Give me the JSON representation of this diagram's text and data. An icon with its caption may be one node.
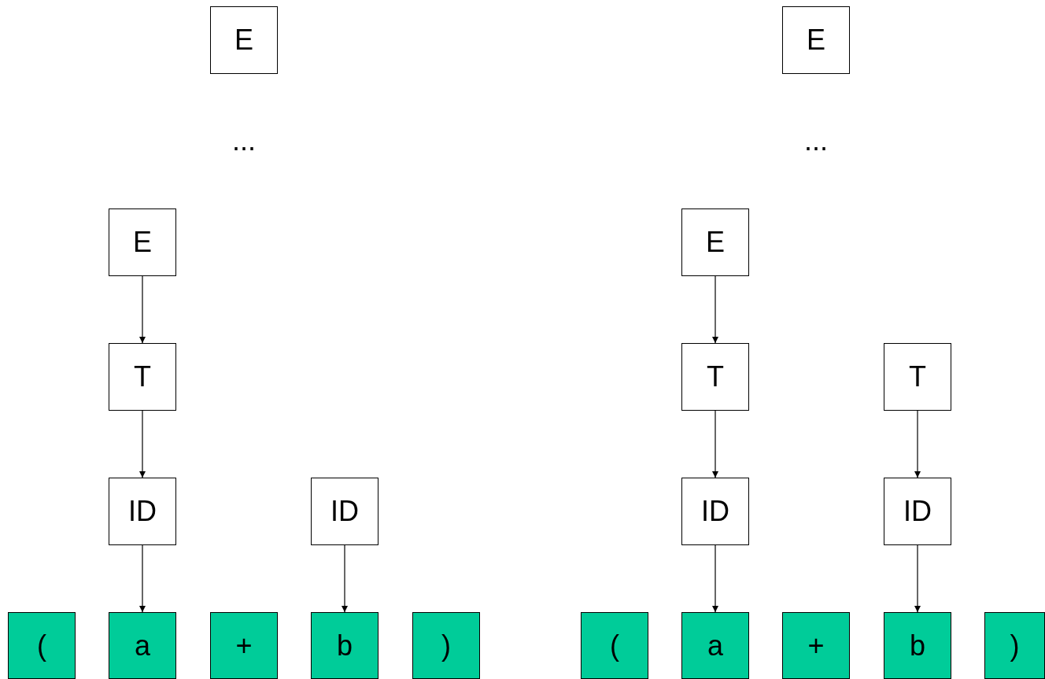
{
  "diagram": {
    "nodes": [
      {
        "text": [
          "E"
        ]
      },
      {
        "text": [
          "E"
        ]
      },
      {
        "text": [
          "E"
        ]
      },
      {
        "text": [
          "E"
        ]
      },
      {
        "text": [
          "T"
        ]
      },
      {
        "text": [
          "T"
        ]
      },
      {
        "text": [
          "T"
        ]
      },
      {
        "text": [
          "ID"
        ]
      },
      {
        "text": [
          "ID"
        ]
      },
      {
        "text": [
          "ID"
        ]
      },
      {
        "text": [
          "ID"
        ]
      },
      {
        "text": [
          "("
        ]
      },
      {
        "text": [
          "a"
        ]
      },
      {
        "text": [
          "+"
        ]
      },
      {
        "text": [
          "b"
        ]
      },
      {
        "text": [
          ")"
        ]
      },
      {
        "text": [
          "("
        ]
      },
      {
        "text": [
          "a"
        ]
      },
      {
        "text": [
          "+"
        ]
      },
      {
        "text": [
          "b"
        ]
      },
      {
        "text": [
          ")"
        ]
      }
    ],
    "edges": [
      {
        "from": 2,
        "to": 4,
        "arrow": "to"
      },
      {
        "from": 4,
        "to": 7,
        "arrow": "to"
      },
      {
        "from": 7,
        "to": 12,
        "arrow": "to"
      },
      {
        "from": 8,
        "to": 14,
        "arrow": "to"
      },
      {
        "from": 3,
        "to": 5,
        "arrow": "to"
      },
      {
        "from": 5,
        "to": 9,
        "arrow": "to"
      },
      {
        "from": 9,
        "to": 17,
        "arrow": "to"
      },
      {
        "from": 6,
        "to": 10,
        "arrow": "to"
      },
      {
        "from": 10,
        "to": 19,
        "arrow": "to"
      }
    ],
    "labels": [
      "...",
      "..."
    ]
  }
}
